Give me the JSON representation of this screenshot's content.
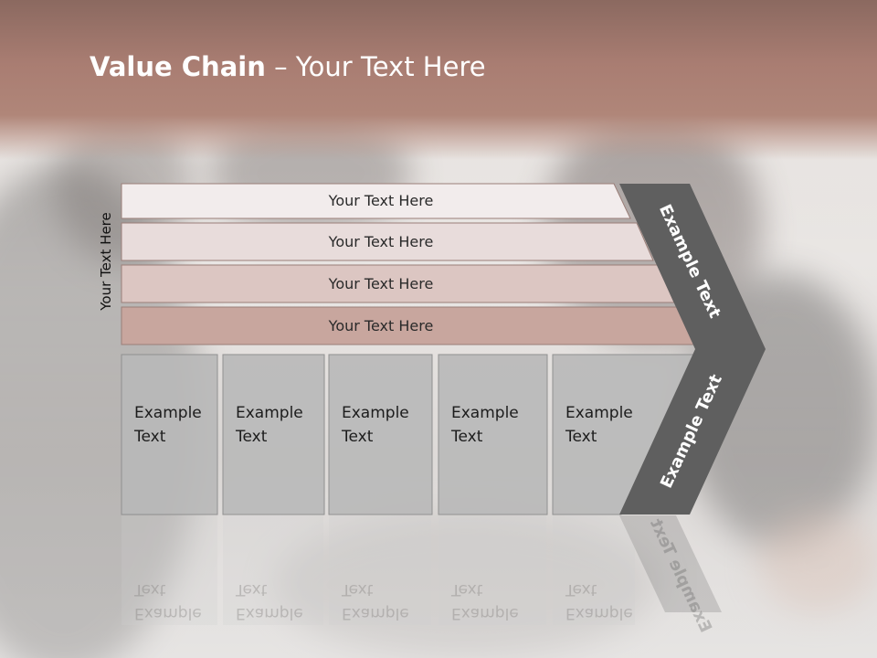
{
  "slide": {
    "title_bold": "Value Chain",
    "title_rest": " – Your Text Here",
    "side_label": "Your Text Here"
  },
  "rows": [
    {
      "label": "Your Text Here",
      "color": "#f2ecec"
    },
    {
      "label": "Your Text Here",
      "color": "#e8dcdb"
    },
    {
      "label": "Your Text Here",
      "color": "#dcc6c2"
    },
    {
      "label": "Your Text Here",
      "color": "#c8a69e"
    }
  ],
  "boxes": [
    {
      "line1": "Example",
      "line2": "Text"
    },
    {
      "line1": "Example",
      "line2": "Text"
    },
    {
      "line1": "Example",
      "line2": "Text"
    },
    {
      "line1": "Example",
      "line2": "Text"
    },
    {
      "line1": "Example",
      "line2": "Text"
    }
  ],
  "chevron": {
    "upper_label": "Example Text",
    "lower_label": "Example Text",
    "color": "#5f5f5f"
  },
  "colors": {
    "box_fill": "#b8b8b8",
    "box_stroke": "#909090",
    "title_band": "#a97d72"
  }
}
